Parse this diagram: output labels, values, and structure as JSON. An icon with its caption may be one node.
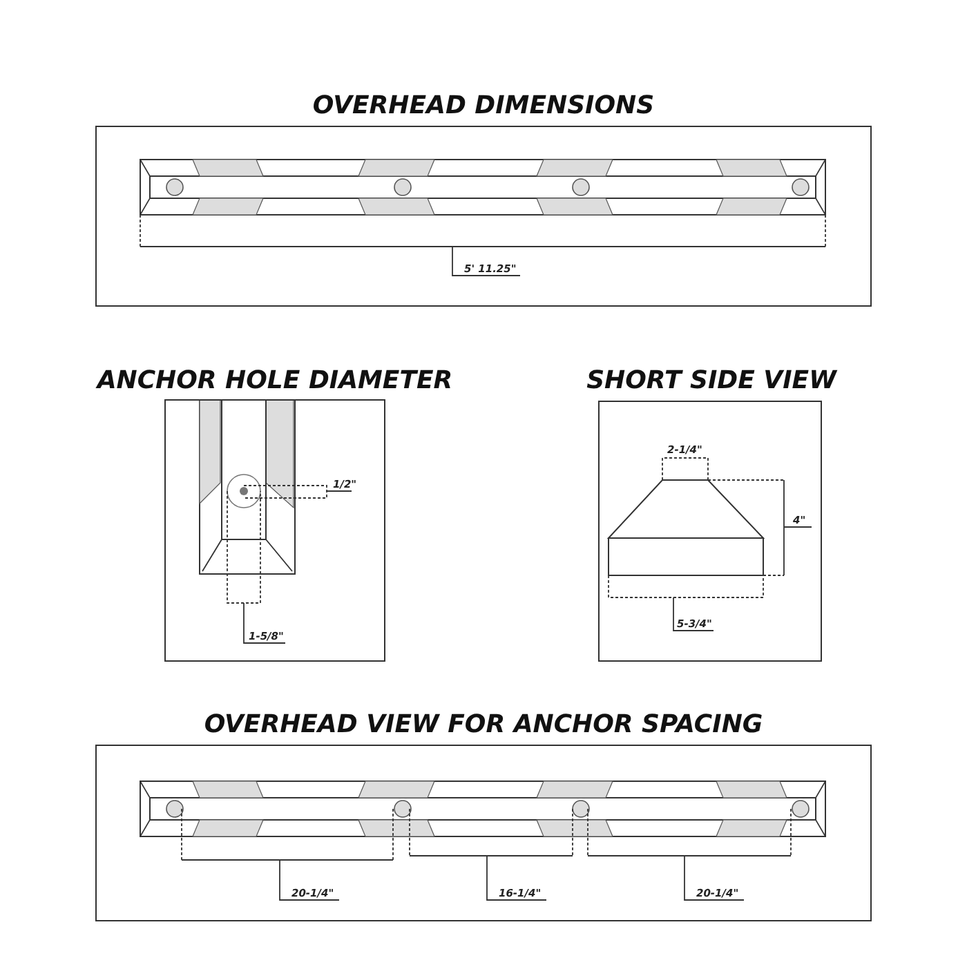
{
  "diagram": {
    "nodes": [
      {
        "text": [
          "OVERHEAD DIMENSIONS"
        ]
      },
      {
        "text": [
          "ANCHOR HOLE DIAMETER"
        ]
      },
      {
        "text": [
          "SHORT SIDE VIEW"
        ]
      },
      {
        "text": [
          "OVERHEAD VIEW FOR ANCHOR SPACING"
        ]
      }
    ],
    "labels": [
      "5' 11.25\"",
      "1/2\"",
      "1-5/8\"",
      "2-1/4\"",
      "4\"",
      "5-3/4\"",
      "20-1/4\"",
      "16-1/4\"",
      "20-1/4\""
    ]
  }
}
